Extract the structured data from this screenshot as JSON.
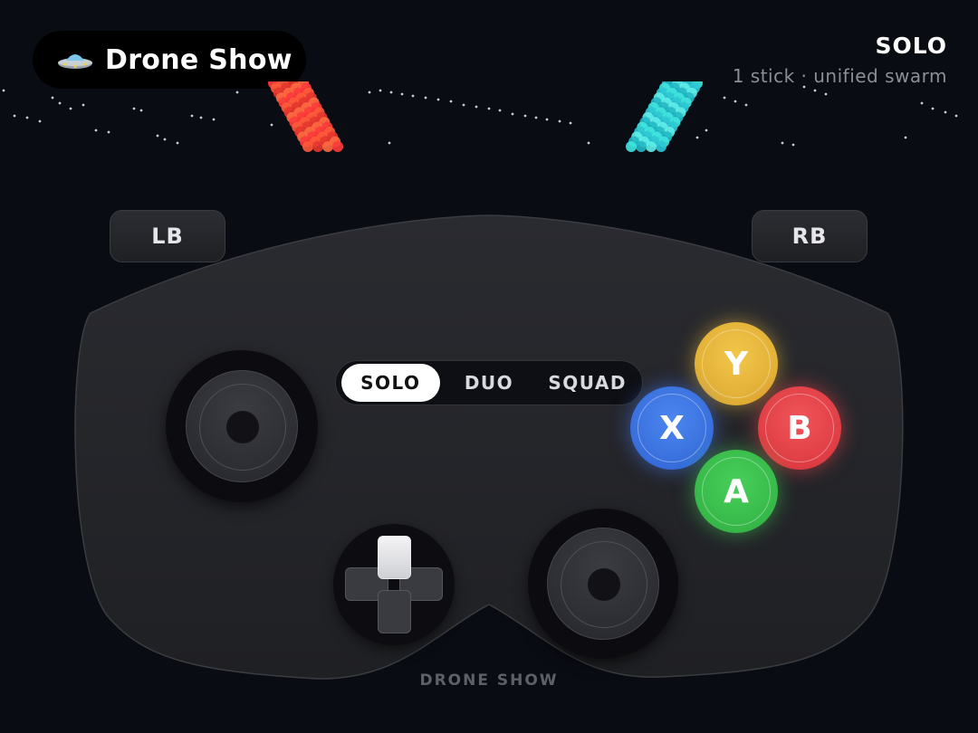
{
  "header": {
    "title": "Drone Show",
    "title_icon": "ufo-icon",
    "mode": "SOLO",
    "mode_subtitle": "1 stick · unified swarm"
  },
  "controller": {
    "bumpers": {
      "left": "LB",
      "right": "RB"
    },
    "mode_toggle": {
      "options": [
        "SOLO",
        "DUO",
        "SQUAD"
      ],
      "selected": "SOLO"
    },
    "face_buttons": {
      "y": {
        "label": "Y",
        "color": "#e8b83c"
      },
      "x": {
        "label": "X",
        "color": "#3d74e2"
      },
      "b": {
        "label": "B",
        "color": "#e3434a"
      },
      "a": {
        "label": "A",
        "color": "#3cbf4e"
      }
    },
    "dpad": {
      "active_direction": "up"
    },
    "footer_label": "DRONE SHOW"
  },
  "colors": {
    "background": "#0a0c14",
    "body": "#26272c",
    "swarm_left": "#ff4a3a",
    "swarm_right": "#3fe6e0"
  }
}
